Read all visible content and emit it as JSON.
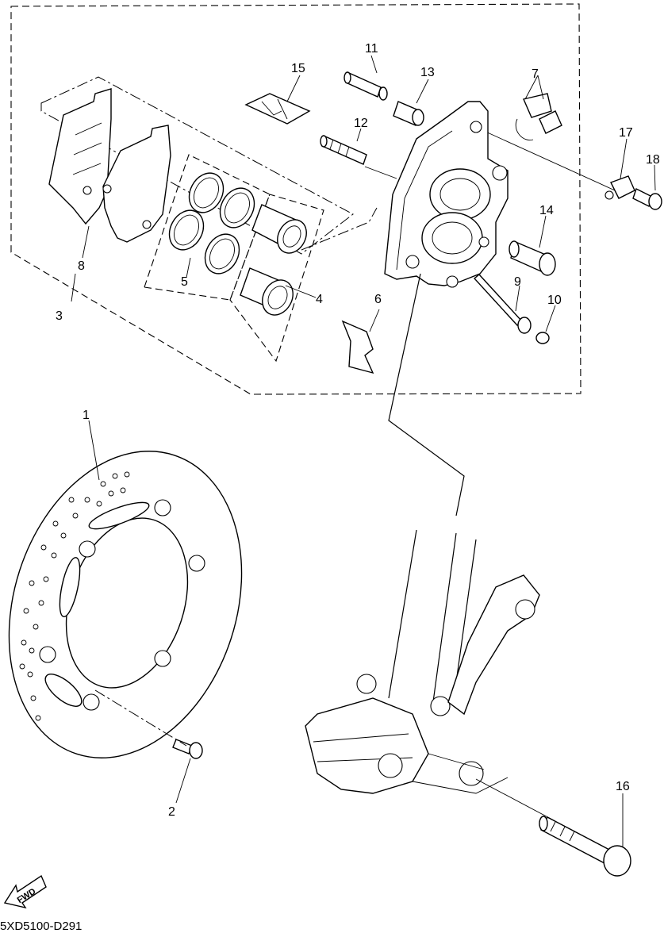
{
  "diagram": {
    "code": "5XD5100-D291",
    "fwd_label": "FWD",
    "callouts": {
      "c1": "1",
      "c2": "2",
      "c3": "3",
      "c4": "4",
      "c5": "5",
      "c6": "6",
      "c7": "7",
      "c8": "8",
      "c9": "9",
      "c10": "10",
      "c11": "11",
      "c12": "12",
      "c13": "13",
      "c14": "14",
      "c15": "15",
      "c16": "16",
      "c17": "17",
      "c18": "18"
    }
  }
}
